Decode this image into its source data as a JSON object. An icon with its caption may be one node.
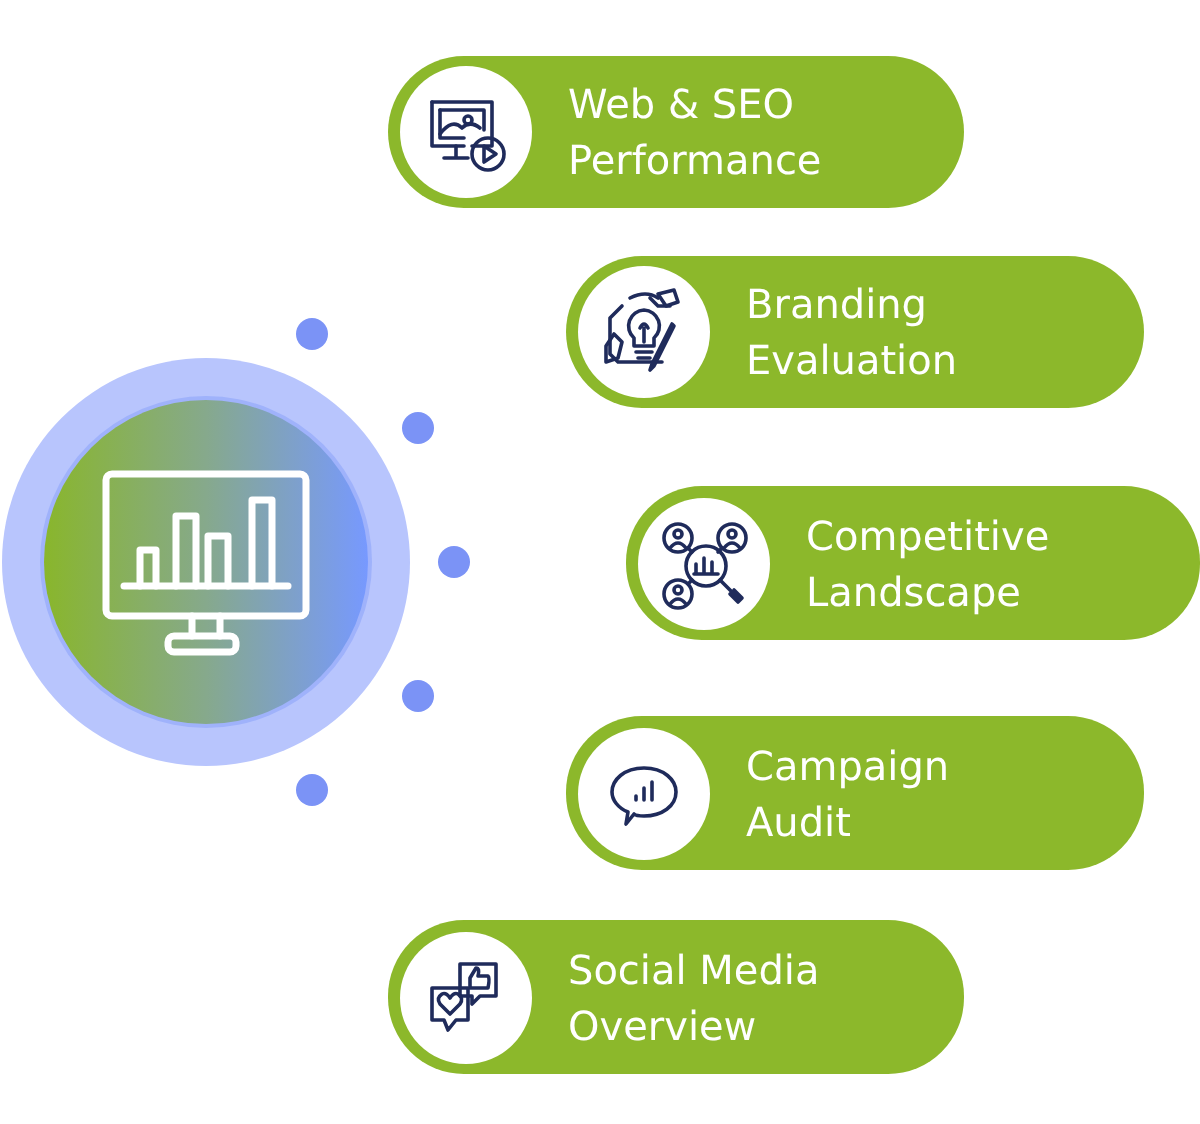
{
  "diagram": {
    "nodes": [
      {
        "text": [
          "Web & SEO Performance"
        ]
      },
      {
        "text": [
          "Branding Evaluation"
        ]
      },
      {
        "text": [
          "Competitive Landscape"
        ]
      },
      {
        "text": [
          "Campaign Audit"
        ]
      },
      {
        "text": [
          "Social Media Overview"
        ]
      }
    ]
  }
}
